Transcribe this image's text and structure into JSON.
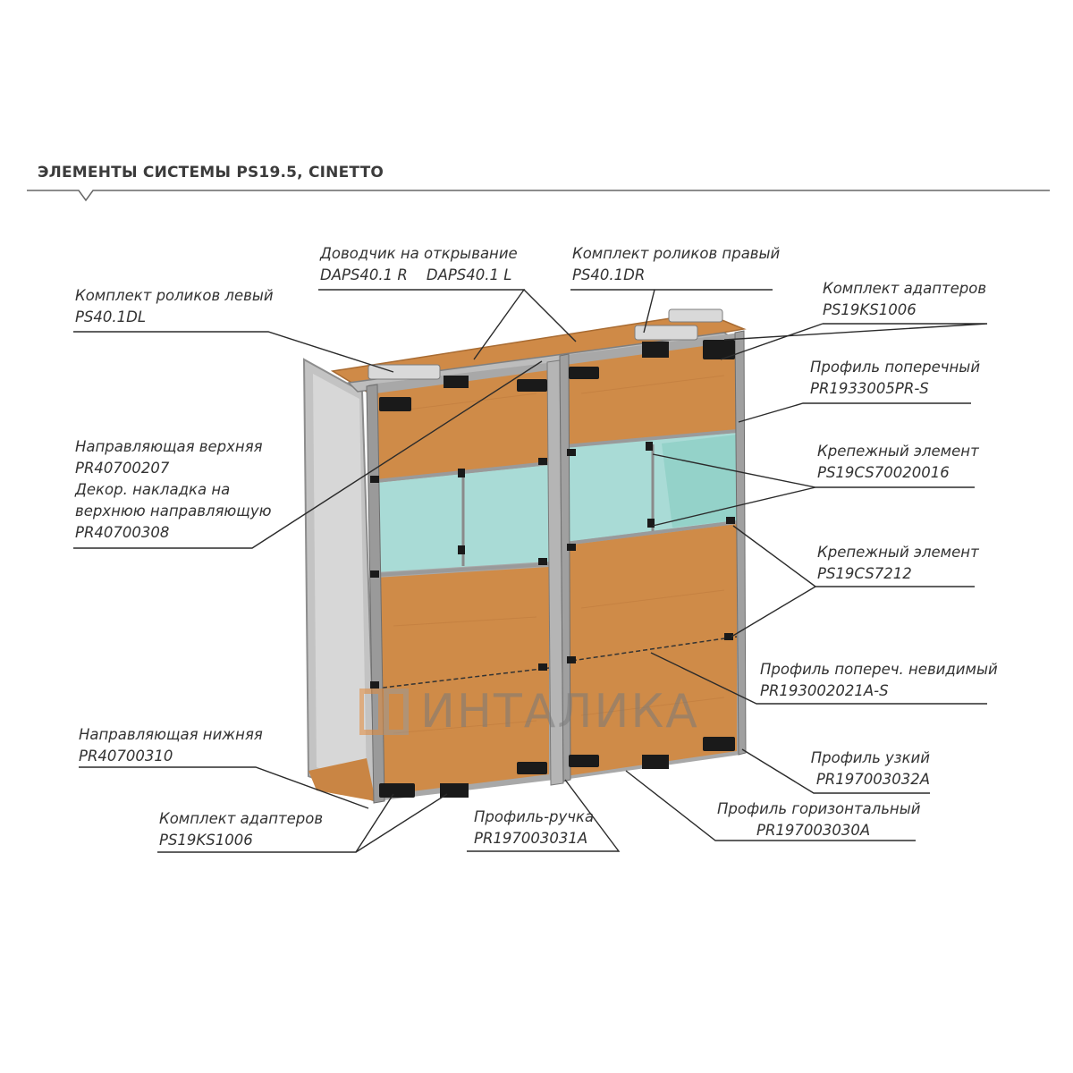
{
  "header": {
    "title": "ЭЛЕМЕНТЫ СИСТЕМЫ PS19.5, CINETTO"
  },
  "labels": {
    "closer": {
      "line1": "Доводчик на открывание",
      "line2a": "DAPS40.1 R",
      "line2b": "DAPS40.1 L"
    },
    "rollers_right": {
      "line1": "Комплект роликов правый",
      "line2": "PS40.1DR"
    },
    "rollers_left": {
      "line1": "Комплект роликов левый",
      "line2": "PS40.1DL"
    },
    "adapters_top": {
      "line1": "Комплект адаптеров",
      "line2": "PS19KS1006"
    },
    "cross_profile": {
      "line1": "Профиль поперечный",
      "line2": "PR1933005PR-S"
    },
    "fastener_1": {
      "line1": "Крепежный элемент",
      "line2": "PS19CS70020016"
    },
    "fastener_2": {
      "line1": "Крепежный элемент",
      "line2": "PS19CS7212"
    },
    "hidden_profile": {
      "line1": "Профиль попереч. невидимый",
      "line2": "PR193002021A-S"
    },
    "top_guide": {
      "line1": "Направляющая верхняя",
      "line2": "PR40700207",
      "line3": "Декор. накладка на",
      "line4": "верхнюю направляющую",
      "line5": "PR40700308"
    },
    "bottom_guide": {
      "line1": "Направляющая нижняя",
      "line2": "PR40700310"
    },
    "adapters_bottom": {
      "line1": "Комплект адаптеров",
      "line2": "PS19KS1006"
    },
    "handle_profile": {
      "line1": "Профиль-ручка",
      "line2": "PR197003031A"
    },
    "narrow_profile": {
      "line1": "Профиль узкий",
      "line2": "PR197003032A"
    },
    "horizontal_profile": {
      "line1": "Профиль горизонтальный",
      "line2": "PR197003030A"
    }
  },
  "watermark": {
    "text": "ИНТАЛИКА"
  },
  "colors": {
    "wood": "#d08a45",
    "wood_dark": "#b8743a",
    "glass": "#a9dbd6",
    "frame": "#a9a9a9",
    "side_panel": "#bdbdbd",
    "leader_line": "#2b2b2b",
    "watermark_accent": "#e28a3a"
  }
}
